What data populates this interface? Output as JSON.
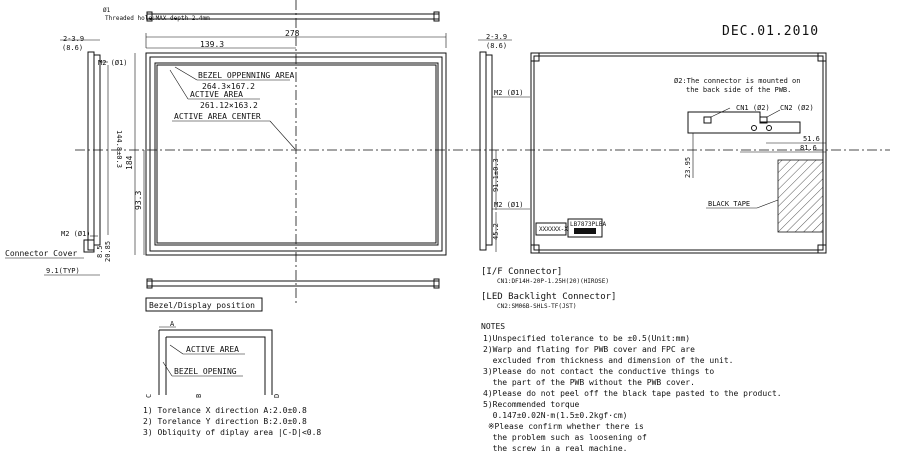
{
  "header": {
    "date": "DEC.01.2010",
    "threaded_hole_note": "Threaded hole:MAX depth 2.4mm",
    "threaded_hole_mark": "Ø1"
  },
  "front_view": {
    "dim_total_width": "278",
    "dim_center_offset": "139.3",
    "dim_height": "184",
    "dim_center_height": "93.3",
    "bezel_label": "BEZEL OPPENNING AREA",
    "bezel_value": "264.3×167.2",
    "active_label": "ACTIVE AREA",
    "active_value": "261.12×163.2",
    "center_label": "ACTIVE AREA CENTER"
  },
  "side_view_left": {
    "dim_top": "2-3.9",
    "dim_top_sub": "(8.6)",
    "hole_top": "M2 (Ø1)",
    "hole_bottom": "M2 (Ø1)",
    "dim_vertical": "144.8±0.3",
    "dim_small1": "8.5",
    "dim_small2": "20.85",
    "connector_cover": "Connector Cover",
    "typ_dim": "9.1(TYP)"
  },
  "side_view_right": {
    "dim_top": "2-3.9",
    "dim_top_sub": "(8.6)",
    "hole_top": "M2 (Ø1)",
    "hole_bottom": "M2 (Ø1)",
    "dim_vertical": "91.1±0.3",
    "dim_small": "45.2"
  },
  "back_view": {
    "note_line1": "Ø2:The connector is mounted on",
    "note_line2": "the back side of the PWB.",
    "cn1": "CN1 (Ø2)",
    "cn2": "CN2 (Ø2)",
    "dim_51": "51.6",
    "dim_81": "81.6",
    "dim_23": "23.95",
    "black_tape": "BLACK TAPE",
    "label_code1": "XXXXXX-X",
    "label_code2": "LB7873PLBA"
  },
  "bezel_box_label": "Bezel/Display position",
  "detail": {
    "marker_a": "A",
    "marker_b": "B",
    "marker_c": "C",
    "marker_d": "D",
    "active_label": "ACTIVE AREA",
    "bezel_label": "BEZEL OPENING",
    "tol_lines": [
      "1) Torelance X direction A:2.0±0.8",
      "2) Torelance Y direction B:2.0±0.8",
      "3) Obliquity of diplay area  |C-D|<0.8"
    ]
  },
  "connectors": {
    "if_title": "[I/F Connector]",
    "if_detail": "CN1:DF14H-20P-1.25H(20)(HIROSE)",
    "led_title": "[LED Backlight Connector]",
    "led_detail": "CN2:SM06B-SHLS-TF(JST)"
  },
  "notes": {
    "title": "NOTES",
    "lines": [
      "1)Unspecified tolerance to be ±0.5(Unit:mm)",
      "2)Warp and flating for PWB cover and FPC are",
      "  excluded from thickness and dimension of the unit.",
      "3)Please do not contact the conductive things to",
      "  the part of the PWB without the PWB cover.",
      "4)Please do not peel off the black tape pasted to the product.",
      "5)Recommended torque",
      "  0.147±0.02N·m(1.5±0.2kgf·cm)",
      " ※Please confirm whether there is",
      "  the problem such as loosening of",
      "  the screw in a real machine."
    ]
  }
}
